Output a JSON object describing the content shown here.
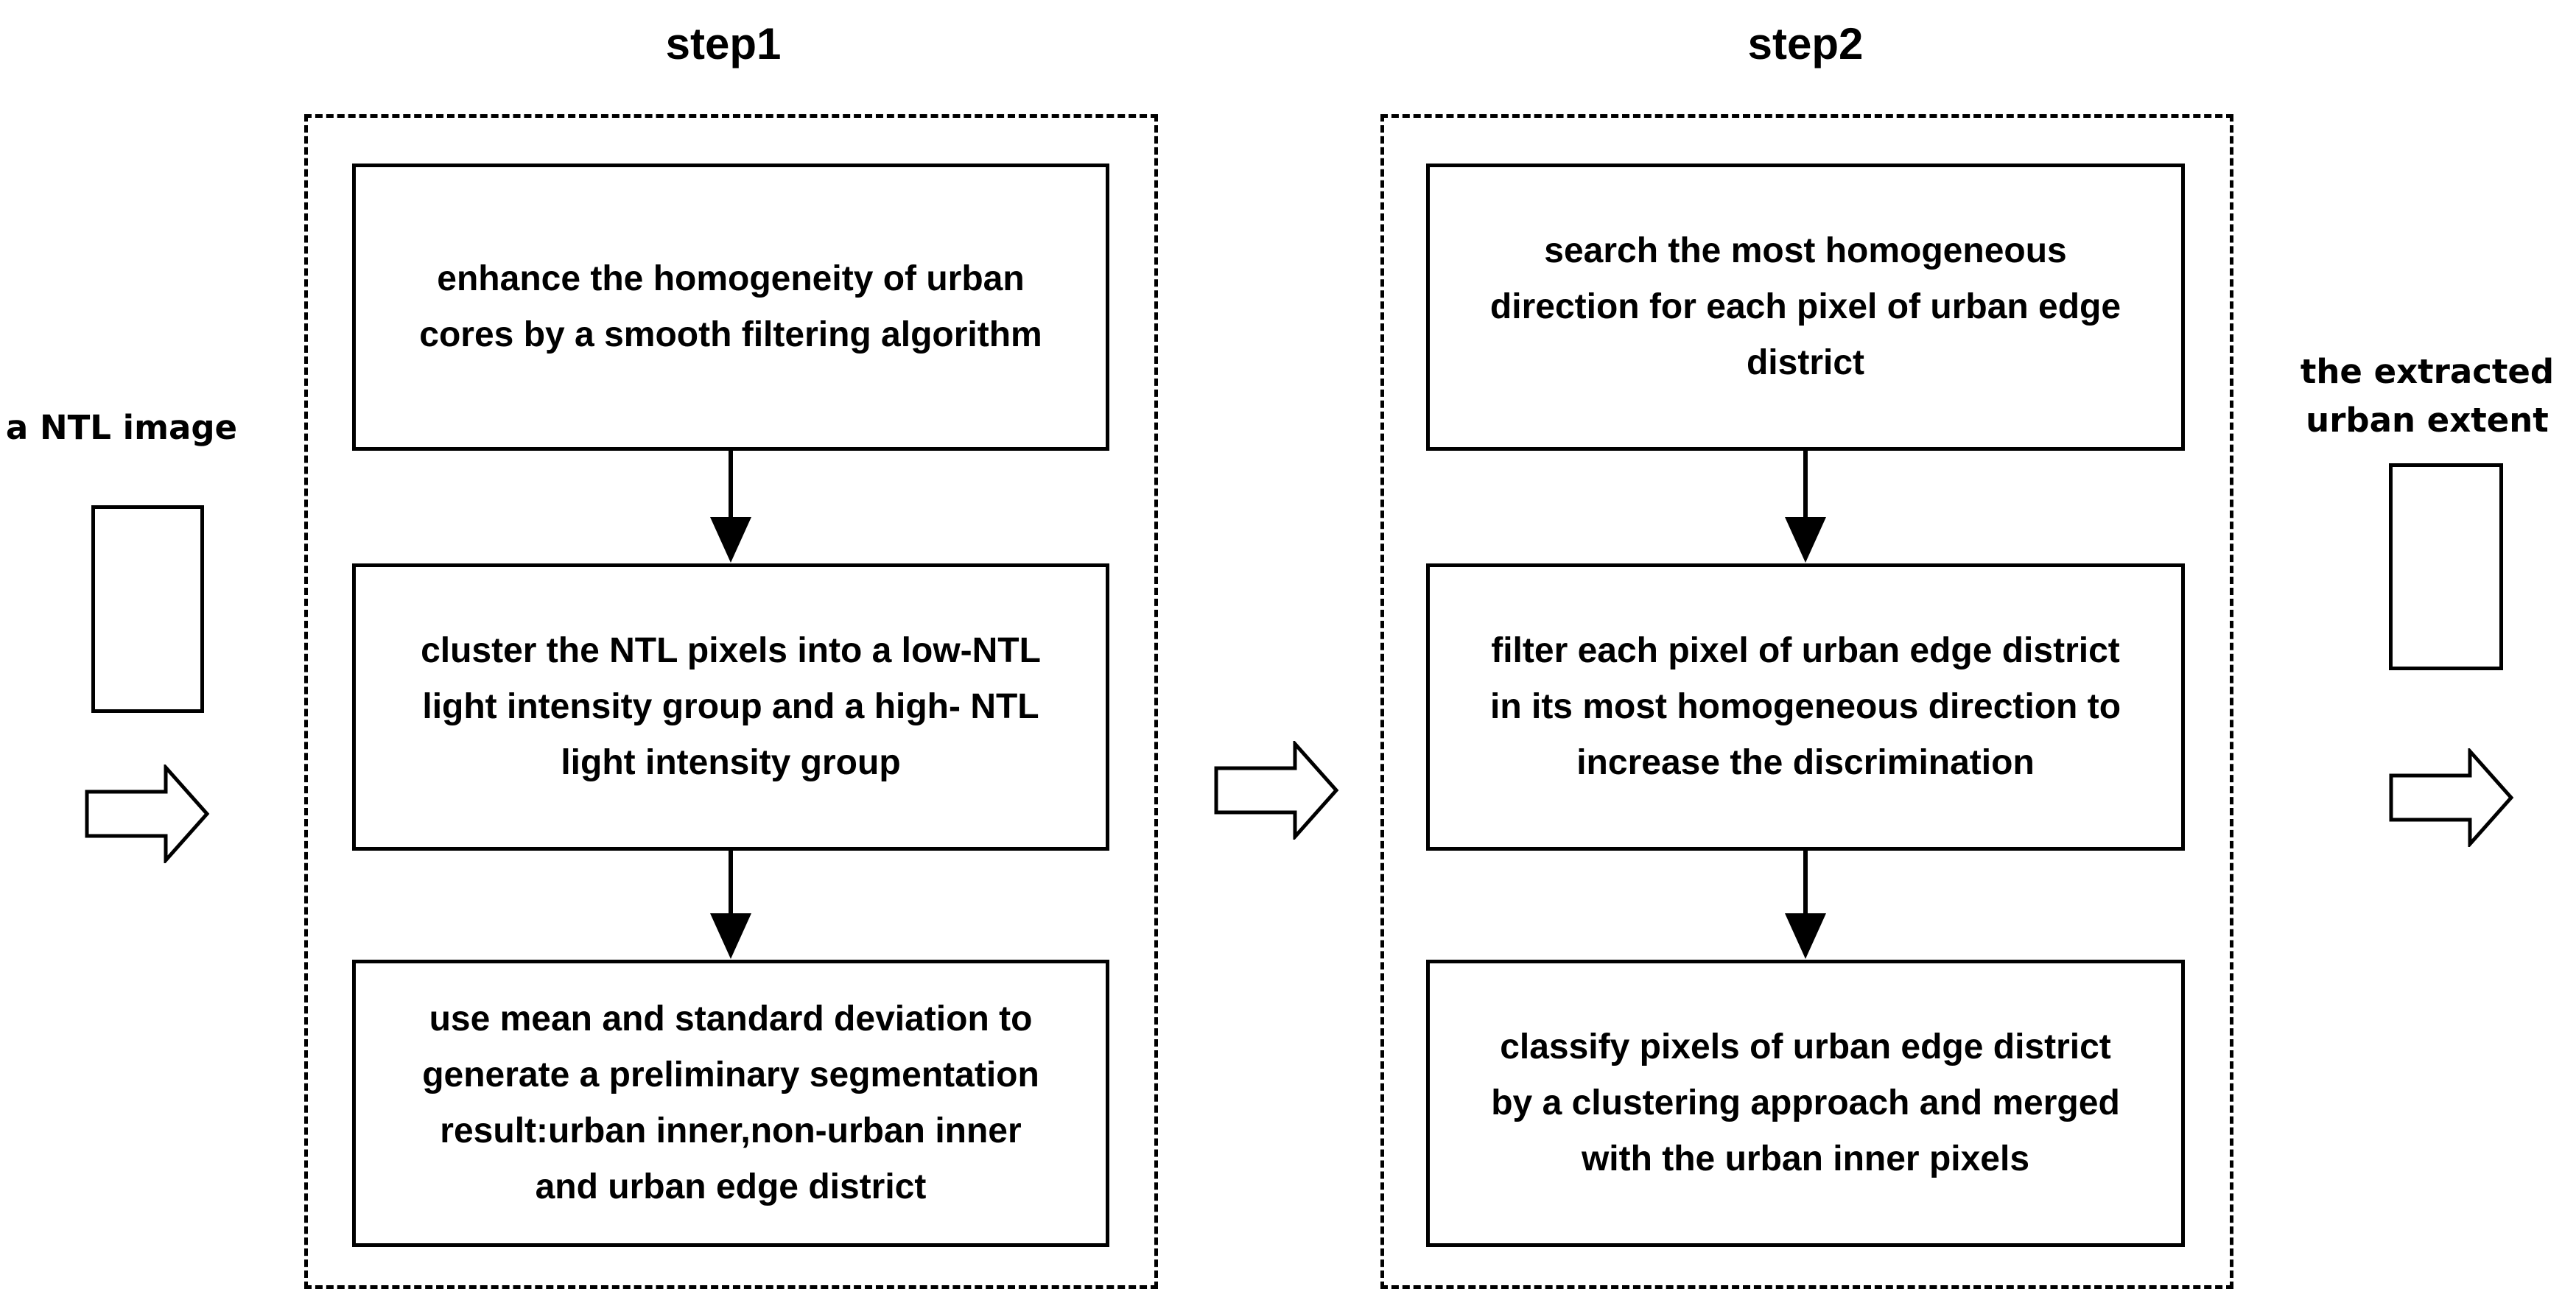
{
  "diagram": {
    "background_color": "#ffffff",
    "line_color": "#000000",
    "input": {
      "label": "a NTL image",
      "icon": "arrow-right"
    },
    "output": {
      "label": "the extracted\nurban extent",
      "icon": "arrow-right"
    },
    "transition_icon": "arrow-right",
    "steps": [
      {
        "title": "step1",
        "boxes": [
          {
            "text": "enhance the homogeneity of urban\ncores by a smooth filtering algorithm"
          },
          {
            "text": "cluster the NTL pixels into a low-NTL\nlight intensity group and a high- NTL\nlight intensity group"
          },
          {
            "text": "use mean and standard deviation to\ngenerate a preliminary segmentation\nresult:urban inner,non-urban inner\nand urban edge district"
          }
        ],
        "connector_icon": "arrow-down"
      },
      {
        "title": "step2",
        "boxes": [
          {
            "text": "search the most homogeneous\ndirection for each pixel of urban edge\ndistrict"
          },
          {
            "text": "filter each pixel of urban edge district\nin its most homogeneous direction to\nincrease the discrimination"
          },
          {
            "text": "classify pixels of urban edge district\nby a clustering approach and merged\nwith the urban inner pixels"
          }
        ],
        "connector_icon": "arrow-down"
      }
    ]
  }
}
